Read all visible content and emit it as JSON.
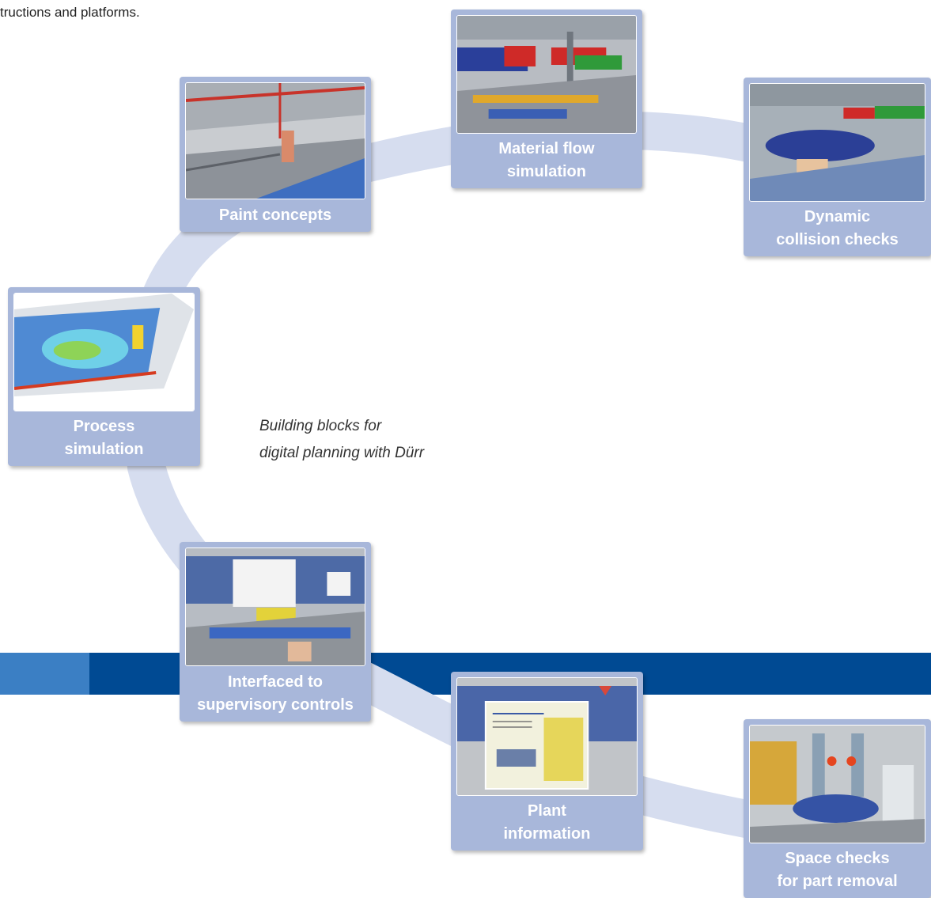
{
  "intro_text": "tructions and platforms.",
  "caption": {
    "line1": "Building blocks for",
    "line2": "digital planning with Dürr"
  },
  "colors": {
    "band": "#004a93",
    "band_accent": "#3b7fc4",
    "ring": "#d6ddef",
    "card": "#a8b7da"
  },
  "blocks": [
    {
      "lines": [
        "Paint concepts"
      ]
    },
    {
      "lines": [
        "Material flow",
        "simulation"
      ]
    },
    {
      "lines": [
        "Dynamic",
        "collision checks"
      ]
    },
    {
      "lines": [
        "Process",
        "simulation"
      ]
    },
    {
      "lines": [
        "Interfaced to",
        "supervisory controls"
      ]
    },
    {
      "lines": [
        "Plant",
        "information"
      ]
    },
    {
      "lines": [
        "Space checks",
        "for part removal"
      ]
    }
  ]
}
